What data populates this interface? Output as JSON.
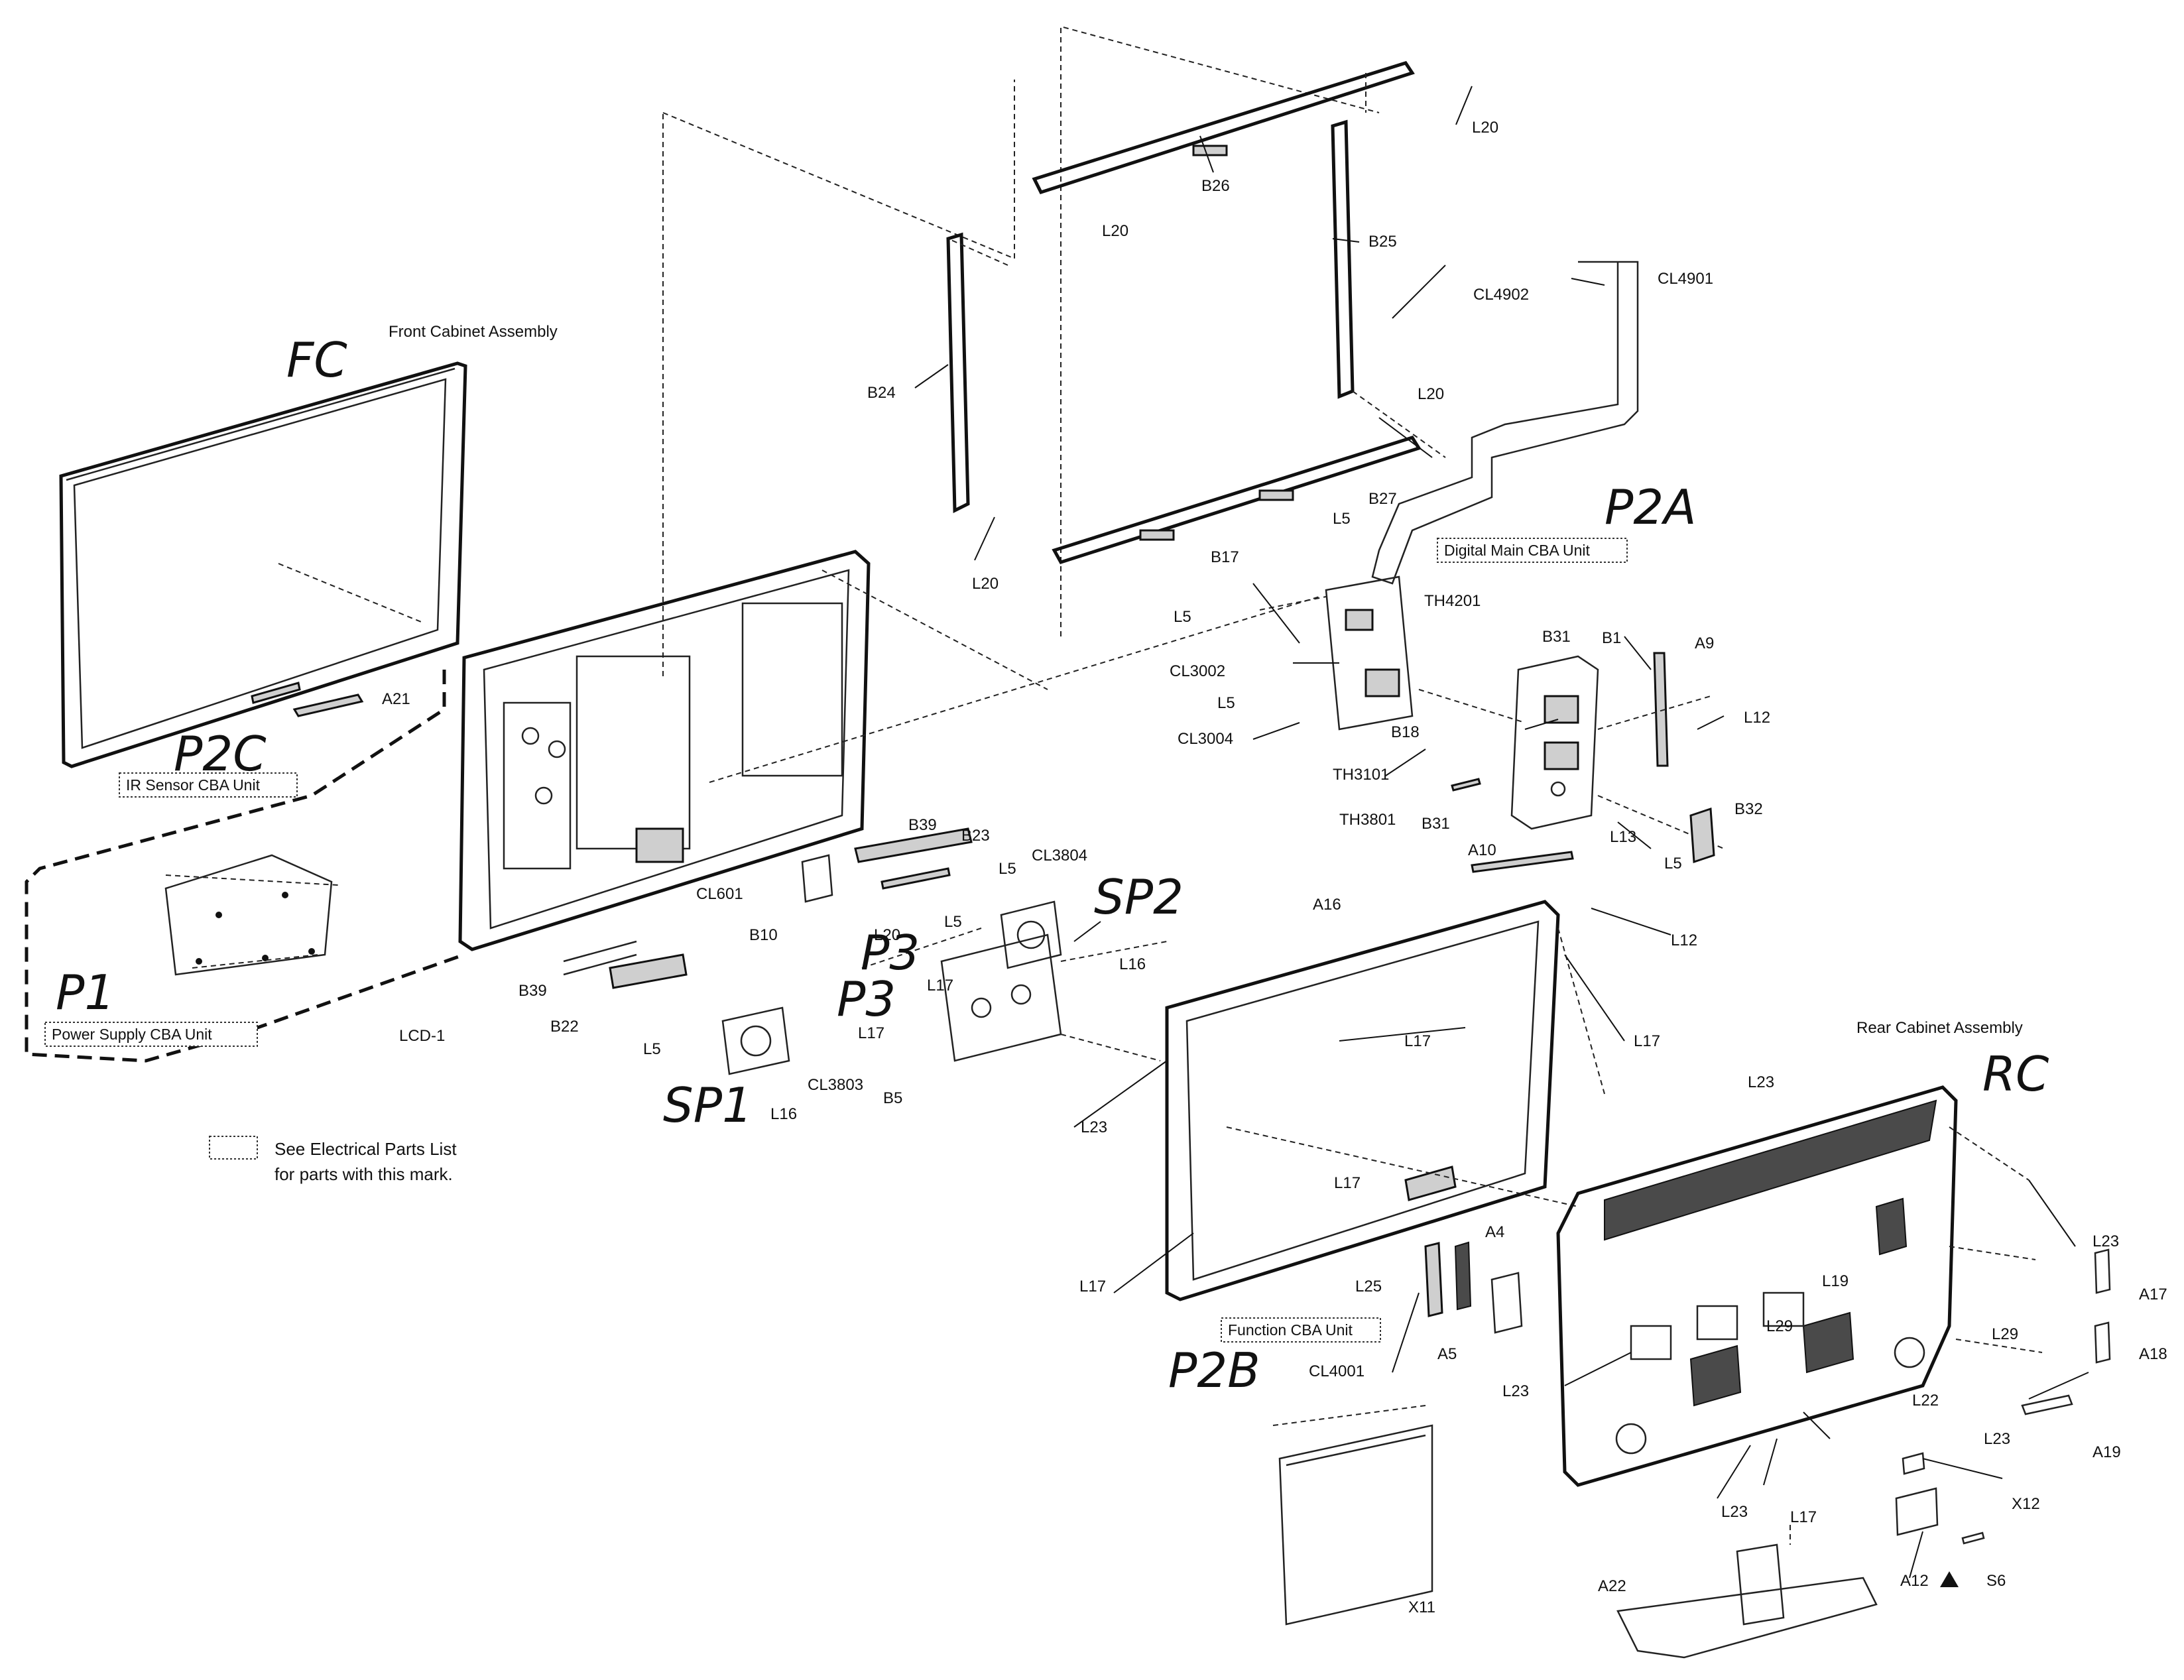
{
  "handwritten": {
    "fc": "FC",
    "p2c": "P2C",
    "p1": "P1",
    "p2a": "P2A",
    "p3a": "P3",
    "p3b": "P3",
    "sp1": "SP1",
    "sp2": "SP2",
    "p2b": "P2B",
    "rc": "RC"
  },
  "boxed": {
    "ir": "IR Sensor CBA Unit",
    "psu": "Power Supply CBA Unit",
    "digital": "Digital Main CBA Unit",
    "function": "Function CBA Unit"
  },
  "assemblies": {
    "front": "Front Cabinet Assembly",
    "rear": "Rear Cabinet Assembly"
  },
  "note": {
    "line1": "See Electrical Parts List",
    "line2": "for parts with this mark."
  },
  "labels": {
    "l20_a": "L20",
    "b26": "B26",
    "l20_b": "L20",
    "b25": "B25",
    "cl4902": "CL4902",
    "cl4901": "CL4901",
    "b24": "B24",
    "l20_c": "L20",
    "b27": "B27",
    "l20_d": "L20",
    "l5_a": "L5",
    "b17": "B17",
    "l5_b": "L5",
    "th4201": "TH4201",
    "b31_a": "B31",
    "b1": "B1",
    "a9": "A9",
    "cl3002": "CL3002",
    "l5_c": "L5",
    "l12_a": "L12",
    "cl3004": "CL3004",
    "b18": "B18",
    "th3101": "TH3101",
    "th3801": "TH3801",
    "b31_b": "B31",
    "l13": "L13",
    "b32": "B32",
    "a10": "A10",
    "l5_d": "L5",
    "l12_b": "L12",
    "a21": "A21",
    "b39_a": "B39",
    "b23": "B23",
    "cl3804": "CL3804",
    "l5_e": "L5",
    "cl601": "CL601",
    "l20_e": "L20",
    "l5_f": "L5",
    "b10": "B10",
    "l17_a": "L17",
    "l16_a": "L16",
    "a16": "A16",
    "b39_b": "B39",
    "b22": "B22",
    "l5_g": "L5",
    "l17_b": "L17",
    "lcd1": "LCD-1",
    "cl3803": "CL3803",
    "l16_b": "L16",
    "b5": "B5",
    "l23_a": "L23",
    "l17_c": "L17",
    "l17_d": "L17",
    "l23_b": "L23",
    "l17_e": "L17",
    "a4": "A4",
    "l25": "L25",
    "l17_f": "L17",
    "a5": "A5",
    "cl4001": "CL4001",
    "l23_c": "L23",
    "l19": "L19",
    "l29_a": "L29",
    "l29_b": "L29",
    "a17": "A17",
    "a18": "A18",
    "l23_d": "L23",
    "l22": "L22",
    "l23_e": "L23",
    "a19": "A19",
    "l23_f": "L23",
    "l17_g": "L17",
    "x12": "X12",
    "x11": "X11",
    "a22": "A22",
    "a12": "A12",
    "s6": "S6"
  }
}
